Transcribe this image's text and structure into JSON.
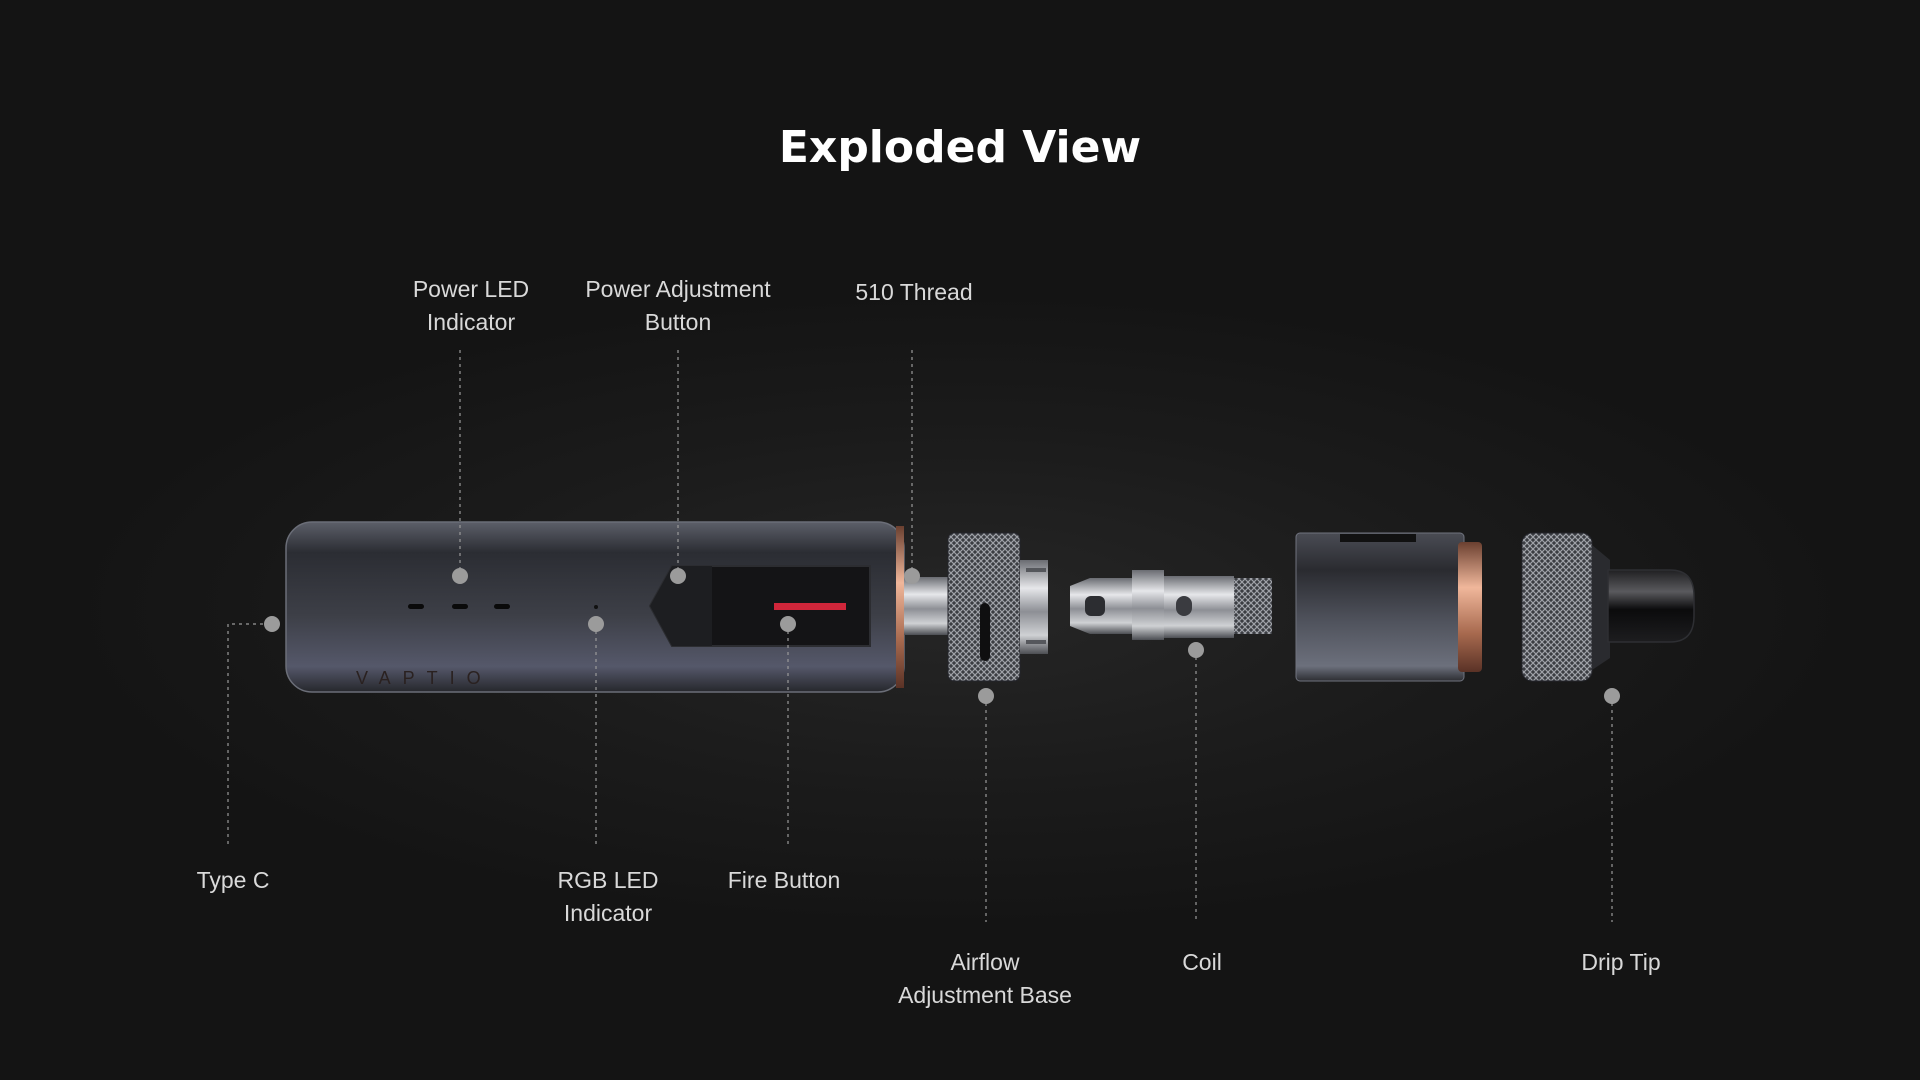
{
  "title": "Exploded View",
  "callouts": {
    "power_led": [
      "Power LED",
      "Indicator"
    ],
    "power_adjustment": [
      "Power Adjustment",
      "Button"
    ],
    "thread_510": [
      "510 Thread"
    ],
    "type_c": [
      "Type C"
    ],
    "rgb_led": [
      "RGB LED",
      "Indicator"
    ],
    "fire_button": [
      "Fire Button"
    ],
    "airflow_base": [
      "Airflow",
      "Adjustment Base"
    ],
    "coil": [
      "Coil"
    ],
    "drip_tip": [
      "Drip Tip"
    ]
  },
  "device": {
    "brand_text": "VAPTIO"
  },
  "colors": {
    "background": "#141414",
    "body": "#3a3c44",
    "copper": "#c98a6a",
    "leader_line": "#9a9a9a",
    "dot": "#9b9b9b",
    "fire_accent": "#d0263a"
  }
}
